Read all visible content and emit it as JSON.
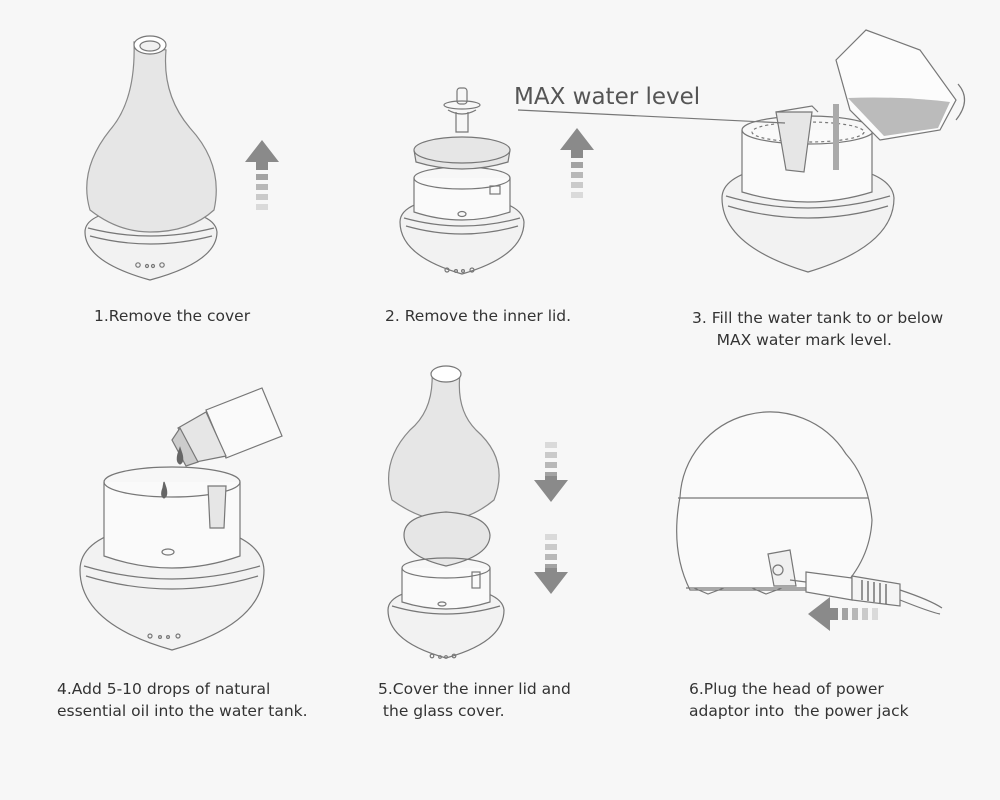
{
  "max_label": "MAX water level",
  "steps": [
    {
      "lines": [
        "1.Remove the cover"
      ]
    },
    {
      "lines": [
        "2. Remove the inner lid."
      ]
    },
    {
      "lines": [
        "3. Fill the water tank to or below",
        "     MAX water mark level."
      ]
    },
    {
      "lines": [
        "4.Add 5-10 drops of natural",
        "essential oil into the water tank."
      ]
    },
    {
      "lines": [
        "5.Cover the inner lid and",
        " the glass cover."
      ]
    },
    {
      "lines": [
        "6.Plug the head of power",
        "adaptor into  the power jack"
      ]
    }
  ],
  "colors": {
    "line": "#777777",
    "cover": "#e6e6e6",
    "arrow": "#8e8e8e",
    "bg": "#f7f7f7"
  },
  "icons": [
    "arrow-up-icon",
    "arrow-down-icon",
    "arrow-left-icon",
    "jug-icon",
    "oil-bottle-icon",
    "power-plug-icon"
  ]
}
